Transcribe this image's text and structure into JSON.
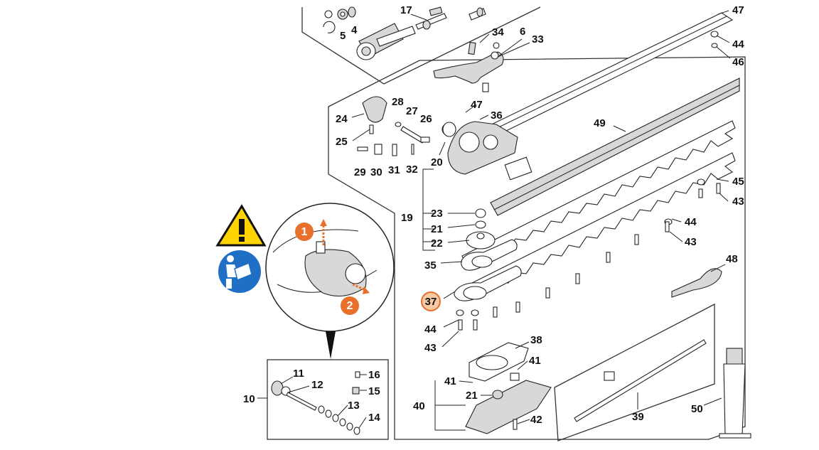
{
  "diagram": {
    "callouts": [
      "17",
      "47",
      "5",
      "4",
      "34",
      "6",
      "33",
      "44",
      "46",
      "24",
      "28",
      "27",
      "26",
      "47",
      "36",
      "25",
      "49",
      "29",
      "30",
      "31",
      "32",
      "20",
      "19",
      "45",
      "43",
      "23",
      "21",
      "44",
      "22",
      "43",
      "35",
      "48",
      "37",
      "44",
      "43",
      "38",
      "41",
      "41",
      "21",
      "40",
      "42",
      "50",
      "39",
      "10",
      "11",
      "12",
      "13",
      "14",
      "16",
      "15"
    ],
    "highlight_callout": "37",
    "colors": {
      "accent_orange": "#e8702a",
      "warning_yellow": "#ffd400",
      "info_blue": "#1f6fc5",
      "highlight_fill": "#f7c9a4"
    },
    "icons": {
      "warning": "warning-triangle-icon",
      "manual": "read-manual-icon",
      "step1": "1",
      "step2": "2"
    }
  }
}
